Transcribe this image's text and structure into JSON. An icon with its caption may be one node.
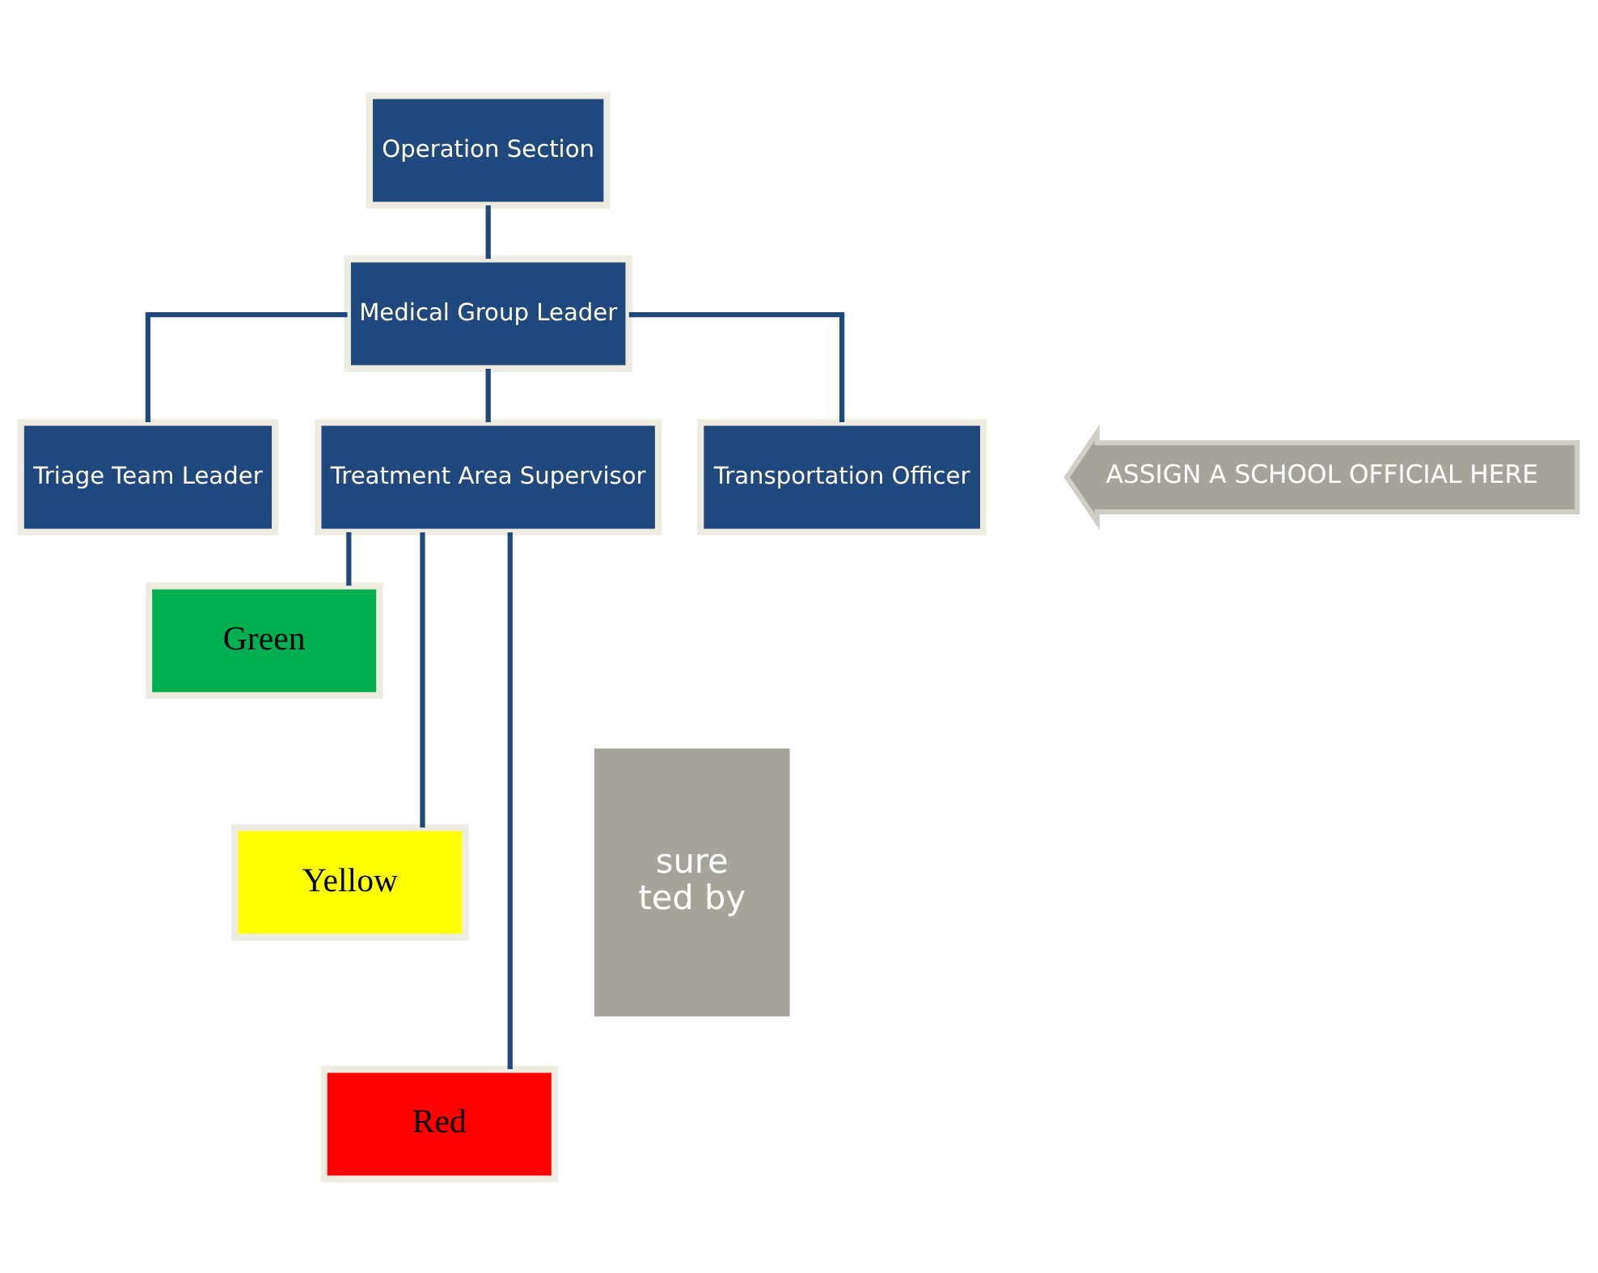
{
  "diagram": {
    "nodes": [
      {
        "text": [
          "Operation Section"
        ]
      },
      {
        "text": [
          "Medical Group Leader"
        ]
      },
      {
        "text": [
          "Triage Team Leader"
        ]
      },
      {
        "text": [
          "Treatment Area Supervisor"
        ]
      },
      {
        "text": [
          "Transportation Officer"
        ]
      },
      {
        "text": [
          "ASSIGN A SCHOOL OFFICIAL HERE"
        ]
      },
      {
        "text": [
          "Green"
        ]
      },
      {
        "text": [
          "Yellow"
        ]
      },
      {
        "text": [
          "Red"
        ]
      },
      {
        "text": [
          "sure",
          "ted by"
        ]
      }
    ],
    "edges": [
      {
        "from": 0,
        "to": 1,
        "arrow": "none"
      },
      {
        "from": 1,
        "to": 2,
        "arrow": "none"
      },
      {
        "from": 1,
        "to": 3,
        "arrow": "none"
      },
      {
        "from": 1,
        "to": 4,
        "arrow": "none"
      },
      {
        "from": 3,
        "to": 6,
        "arrow": "none"
      },
      {
        "from": 3,
        "to": 7,
        "arrow": "none"
      },
      {
        "from": 3,
        "to": 8,
        "arrow": "none"
      }
    ]
  }
}
